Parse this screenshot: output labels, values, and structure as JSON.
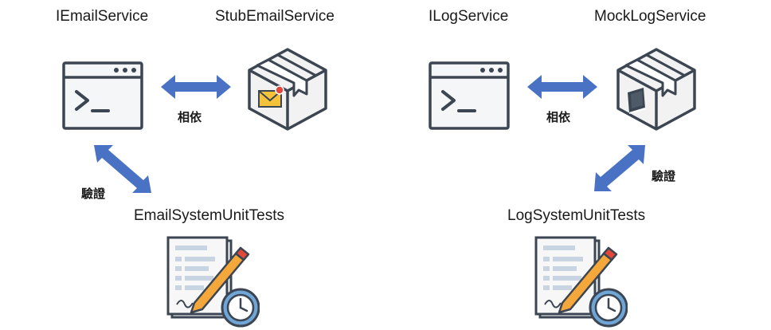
{
  "left": {
    "interface_label": "IEmailService",
    "stub_label": "StubEmailService",
    "depends_label": "相依",
    "verify_label": "驗證",
    "tests_label": "EmailSystemUnitTests",
    "stub_badge_icon": "envelope-icon"
  },
  "right": {
    "interface_label": "ILogService",
    "mock_label": "MockLogService",
    "depends_label": "相依",
    "verify_label": "驗證",
    "tests_label": "LogSystemUnitTests",
    "mock_badge_icon": "book-icon"
  },
  "colors": {
    "arrow": "#4a72c4",
    "outline": "#3c4653",
    "box": "#f2f2f2",
    "envelope": "#f5c33b",
    "dot": "#e4473a",
    "pencil": "#f4a73a",
    "clock": "#6fa6d6"
  }
}
